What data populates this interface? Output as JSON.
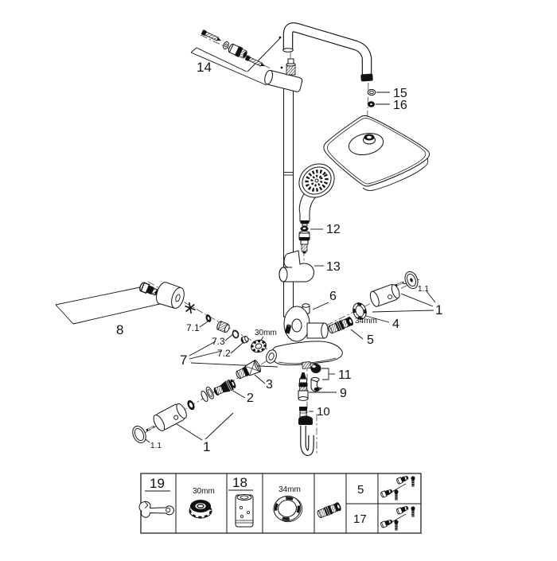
{
  "figure": {
    "kind": "exploded-parts-diagram",
    "subject": "Thermostatic shower system with head shower and hand shower",
    "line_color": "#111111",
    "background": "#ffffff"
  },
  "callouts": {
    "part14": "14",
    "part15": "15",
    "part16": "16",
    "part12": "12",
    "part13": "13",
    "part6": "6",
    "part5": "5",
    "part4": "4",
    "size34mm": "34mm",
    "part1_right": "1",
    "part1_1_right": "1.1",
    "part8": "8",
    "part7": "7",
    "part7_1": "7.1",
    "part7_3": "7.3",
    "part7_2": "7.2",
    "size30mm": "30mm",
    "part3": "3",
    "part2": "2",
    "part1_bottom": "1",
    "part1_1_bottom": "1.1",
    "part11": "11",
    "part9": "9",
    "part10": "10"
  },
  "legend": {
    "tool19": "19",
    "size30mm": "30mm",
    "tool18": "18",
    "size34mm": "34mm",
    "row5": "5",
    "row17": "17"
  }
}
